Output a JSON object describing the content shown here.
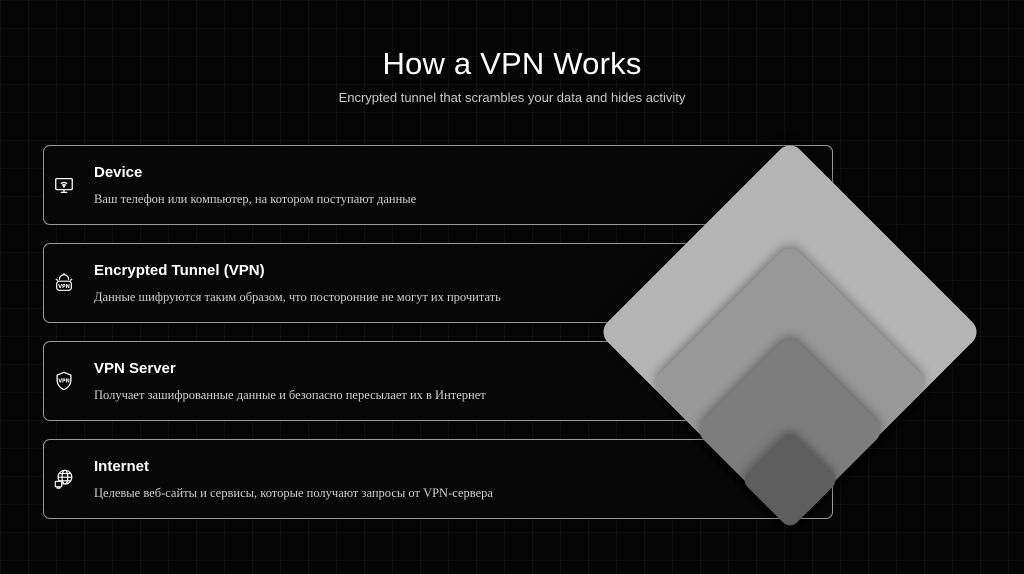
{
  "header": {
    "title": "How a VPN Works",
    "subtitle": "Encrypted tunnel that scrambles your data and hides activity"
  },
  "steps": [
    {
      "icon": "device-icon",
      "title": "Device",
      "description": "Ваш телефон или компьютер, на котором поступают данные"
    },
    {
      "icon": "vpn-tunnel-icon",
      "title": "Encrypted Tunnel (VPN)",
      "description": "Данные шифруются таким образом, что посторонние не могут их прочитать"
    },
    {
      "icon": "vpn-shield-icon",
      "title": "VPN Server",
      "description": "Получает зашифрованные данные и безопасно пересылает их в Интернет"
    },
    {
      "icon": "globe-icon",
      "title": "Internet",
      "description": "Целевые веб-сайты и сервисы, которые получают запросы от VPN-сервера"
    }
  ],
  "colors": {
    "background": "#050505",
    "card_border": "#9a9a9a",
    "diamond_levels": [
      "#b4b4b4",
      "#989898",
      "#7d7d7d",
      "#5e5e5e"
    ]
  }
}
